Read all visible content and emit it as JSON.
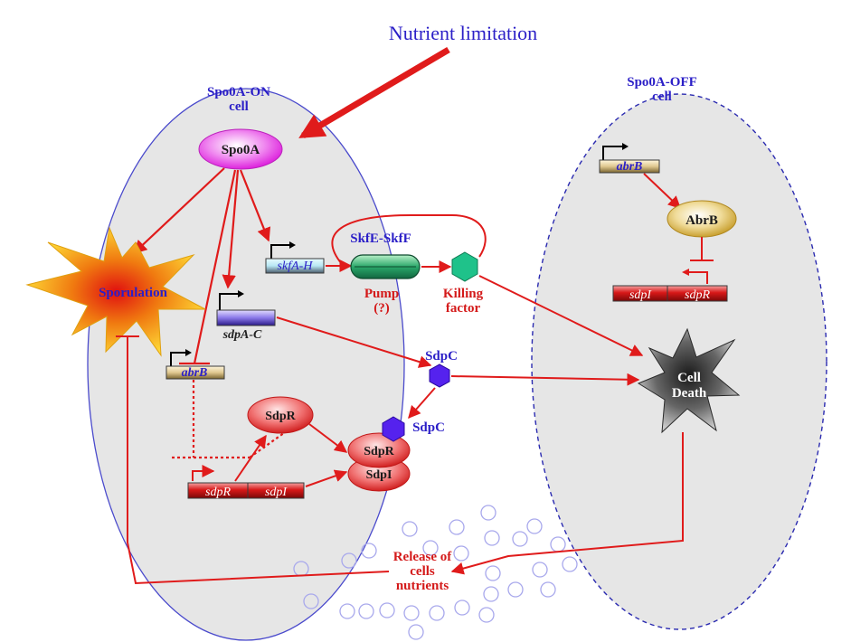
{
  "title": "Nutrient limitation",
  "cells": {
    "on_label_line1": "Spo0A-ON",
    "on_label_line2": "cell",
    "off_label_line1": "Spo0A-OFF",
    "off_label_line2": "cell"
  },
  "nodes": {
    "spo0a": "Spo0A",
    "sporulation": "Sporulation",
    "skfah": "skfA-H",
    "skfef": "SkfE-SkfF",
    "pump_line1": "Pump",
    "pump_line2": "(?)",
    "killing_line1": "Killing",
    "killing_line2": "factor",
    "sdpac": "sdpA-C",
    "sdpc_top": "SdpC",
    "sdpc_bottom": "SdpC",
    "abrb_gene_on": "abrB",
    "sdpr_protein": "SdpR",
    "complex_top": "SdpR",
    "complex_bottom": "SdpI",
    "operon_on_gene1": "sdpR",
    "operon_on_gene2": "sdpI",
    "abrb_gene_off": "abrB",
    "abrb_protein": "AbrB",
    "operon_off_gene1": "sdpI",
    "operon_off_gene2": "sdpR",
    "cell_death_line1": "Cell",
    "cell_death_line2": "Death",
    "release_line1": "Release of",
    "release_line2": "cells",
    "release_line3": "nutrients"
  },
  "colors": {
    "arrow": "#e01b1b",
    "text_blue": "#2b1fc7",
    "cell_fill": "#e6e6e6",
    "cell_on_border": "#4a4acc",
    "cell_off_border": "#2a2ab0",
    "spo0a_fill": "#ee33ee",
    "abrb_fill": "#d9b84a",
    "sdpc_fill": "#5522ee",
    "killing_fill": "#1fc28a",
    "pump_fill": "#2aa86a"
  }
}
